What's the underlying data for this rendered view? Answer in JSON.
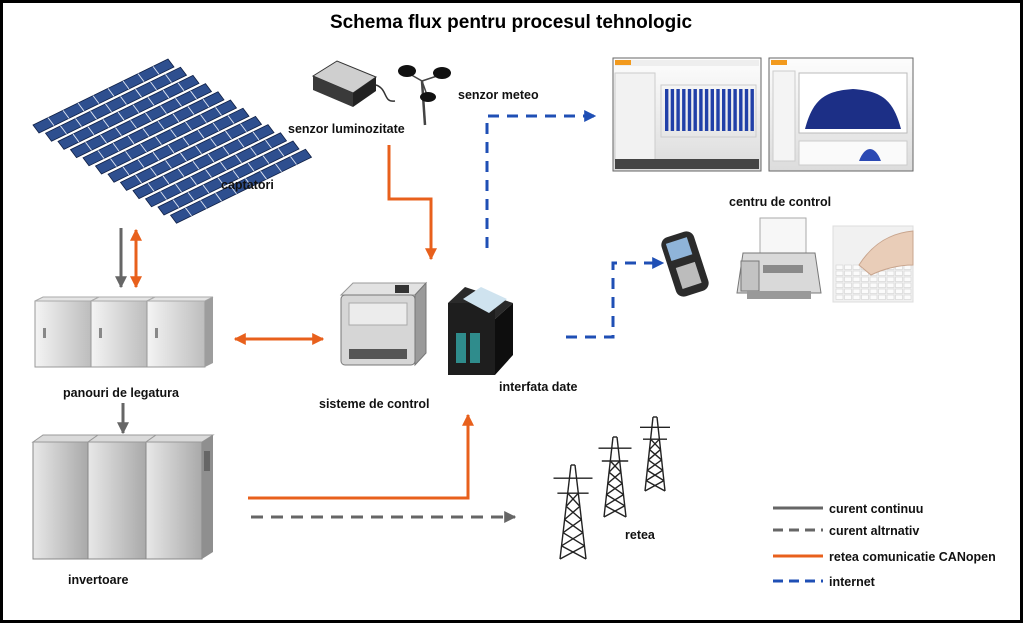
{
  "title": "Schema flux pentru procesul tehnologic",
  "nodes": {
    "captatori": "captatori",
    "senzor_luminozitate": "senzor luminozitate",
    "senzor_meteo": "senzor meteo",
    "panouri": "panouri de legatura",
    "sisteme": "sisteme de control",
    "interfata": "interfata date",
    "invertoare": "invertoare",
    "retea": "retea",
    "centru": "centru de control"
  },
  "legend": [
    {
      "label": "curent continuu",
      "style": "solid",
      "color": "#666666"
    },
    {
      "label": "curent altrnativ",
      "style": "dashed",
      "color": "#666666"
    },
    {
      "label": "retea comunicatie CANopen",
      "style": "solid",
      "color": "#e8601c"
    },
    {
      "label": "internet",
      "style": "dashed",
      "color": "#1f4fb5"
    }
  ],
  "colors": {
    "dc": "#666666",
    "ac": "#666666",
    "canopen": "#e8601c",
    "internet": "#1f4fb5",
    "panel": "#2e4f8f"
  }
}
